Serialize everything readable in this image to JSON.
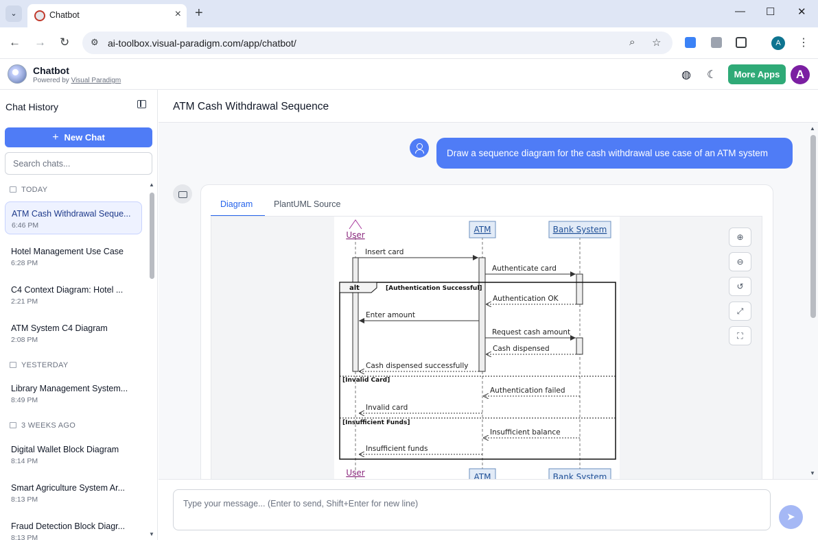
{
  "browser": {
    "tab_title": "Chatbot",
    "url": "ai-toolbox.visual-paradigm.com/app/chatbot/",
    "profile_initial": "A"
  },
  "app": {
    "name": "Chatbot",
    "powered_prefix": "Powered by",
    "powered_link": "Visual Paradigm",
    "more_apps": "More Apps",
    "user_initial": "A"
  },
  "sidebar": {
    "title": "Chat History",
    "new_chat": "New Chat",
    "search_placeholder": "Search chats...",
    "groups": [
      {
        "label": "TODAY"
      },
      {
        "label": "YESTERDAY"
      },
      {
        "label": "3 WEEKS AGO"
      }
    ],
    "chats": [
      {
        "title": "ATM Cash Withdrawal Seque...",
        "time": "6:46 PM",
        "active": true
      },
      {
        "title": "Hotel Management Use Case",
        "time": "6:28 PM"
      },
      {
        "title": "C4 Context Diagram: Hotel ...",
        "time": "2:21 PM"
      },
      {
        "title": "ATM System C4 Diagram",
        "time": "2:08 PM"
      },
      {
        "title": "Library Management System...",
        "time": "8:49 PM"
      },
      {
        "title": "Digital Wallet Block Diagram",
        "time": "8:14 PM"
      },
      {
        "title": "Smart Agriculture System Ar...",
        "time": "8:13 PM"
      },
      {
        "title": "Fraud Detection Block Diagr...",
        "time": "8:13 PM"
      }
    ]
  },
  "conversation": {
    "title": "ATM Cash Withdrawal Sequence",
    "user_message": "Draw a sequence diagram for the cash withdrawal use case of an ATM system",
    "tabs": [
      "Diagram",
      "PlantUML Source"
    ],
    "active_tab": "Diagram"
  },
  "diagram": {
    "participants": [
      "User",
      "ATM",
      "Bank System"
    ],
    "fragment_keyword": "alt",
    "guards": [
      "[Authentication Successful]",
      "[Invalid Card]",
      "[Insufficient Funds]"
    ],
    "messages": [
      {
        "from": "User",
        "to": "ATM",
        "label": "Insert card",
        "kind": "sync"
      },
      {
        "from": "ATM",
        "to": "Bank System",
        "label": "Authenticate card",
        "kind": "sync"
      },
      {
        "from": "Bank System",
        "to": "ATM",
        "label": "Authentication OK",
        "kind": "return"
      },
      {
        "from": "ATM",
        "to": "User",
        "label": "Enter amount",
        "kind": "sync"
      },
      {
        "from": "ATM",
        "to": "Bank System",
        "label": "Request cash amount",
        "kind": "sync"
      },
      {
        "from": "Bank System",
        "to": "ATM",
        "label": "Cash dispensed",
        "kind": "return"
      },
      {
        "from": "ATM",
        "to": "User",
        "label": "Cash dispensed successfully",
        "kind": "return"
      },
      {
        "from": "Bank System",
        "to": "ATM",
        "label": "Authentication failed",
        "kind": "return"
      },
      {
        "from": "ATM",
        "to": "User",
        "label": "Invalid card",
        "kind": "return"
      },
      {
        "from": "Bank System",
        "to": "ATM",
        "label": "Insufficient balance",
        "kind": "return"
      },
      {
        "from": "ATM",
        "to": "User",
        "label": "Insufficient funds",
        "kind": "return"
      }
    ]
  },
  "composer": {
    "placeholder": "Type your message... (Enter to send, Shift+Enter for new line)"
  },
  "colors": {
    "primary": "#4f7cf6",
    "more_apps": "#2faa77",
    "avatar": "#7b1fa2",
    "participant_box": "#e2ebf7"
  }
}
